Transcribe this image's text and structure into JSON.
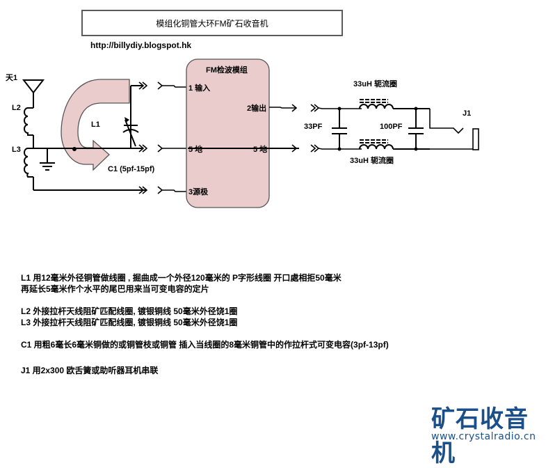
{
  "header": {
    "title": "模组化铜管大环FM矿石收音机",
    "url": "http://billydiy.blogspot.hk"
  },
  "schematic": {
    "antenna_label": "天1",
    "l2_label": "L2",
    "l3_label": "L3",
    "l1_label": "L1",
    "c1_label": "C1 (5pf-15pf)",
    "module": {
      "title": "FM检波模组",
      "pin_input": "1 输入",
      "pin_ground_left": "5 地",
      "pin_source": "3源极",
      "pin_output": "2输出",
      "pin_ground_right": "5 地"
    },
    "choke_top_label": "33uH 轭流圈",
    "choke_bottom_label": "33uH 轭流圈",
    "cap_left_label": "33PF",
    "cap_right_label": "100PF",
    "jack_label": "J1",
    "colors": {
      "module_fill": "#ebcccc",
      "coil_fill": "#ebcccc",
      "stroke": "#000000",
      "outline": "#555555"
    }
  },
  "notes": {
    "l1_line1": "L1 用12毫米外径铜管做线圈 , 掘曲成一个外径120毫米的 P字形线圈 开口處相拒50毫米",
    "l1_line2": "再延长5毫米作个水平的尾巴用来当可变电容的定片",
    "l2": "L2 外接拉杆天线阻矿匹配线圈, 镀银铜线 50毫米外径饶1圈",
    "l3": "L3 外接拉杆天线阻矿匹配线圈, 镀银铜线 50毫米外径饶1圈",
    "c1": "C1 用粗6毫长6毫米铜做的或铜管枝或铜管 插入当线圈的8毫米铜管中的作拉杆式可变电容(3pf-13pf)",
    "j1": "J1 用2x300 欧舌簧或助听器耳机串联"
  },
  "logo": {
    "chinese": "矿石收音机",
    "url": "www.crystalradio.cn",
    "color": "#1a4f8a"
  }
}
